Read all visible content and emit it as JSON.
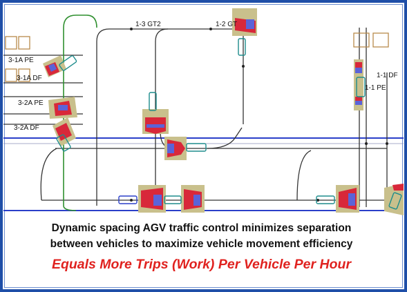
{
  "labels": {
    "gt_1_3": "1-3 GT2",
    "gt_1_2": "1-2 GT",
    "pe_3_1a": "3-1A PE",
    "df_3_1a": "3-1A DF",
    "pe_3_2a": "3-2A PE",
    "df_3_2a": "3-2A DF",
    "df_1_1": "1-1 DF",
    "pe_1_1": "1-1 PE"
  },
  "caption": {
    "line1": "Dynamic spacing AGV traffic control minimizes separation",
    "line2": "between vehicles to maximize vehicle movement efficiency",
    "headline": "Equals More Trips (Work) Per Vehicle Per Hour"
  },
  "colors": {
    "frame_border": "#1f4fa8",
    "aisle_blue": "#2a3fc9",
    "path_green": "#2f8f2f",
    "station_red": "#d8283a",
    "station_blue": "#5b63d8",
    "station_tan": "#c9c08c",
    "vehicle_teal": "#1d8c8c",
    "headline_red": "#e0221f"
  }
}
